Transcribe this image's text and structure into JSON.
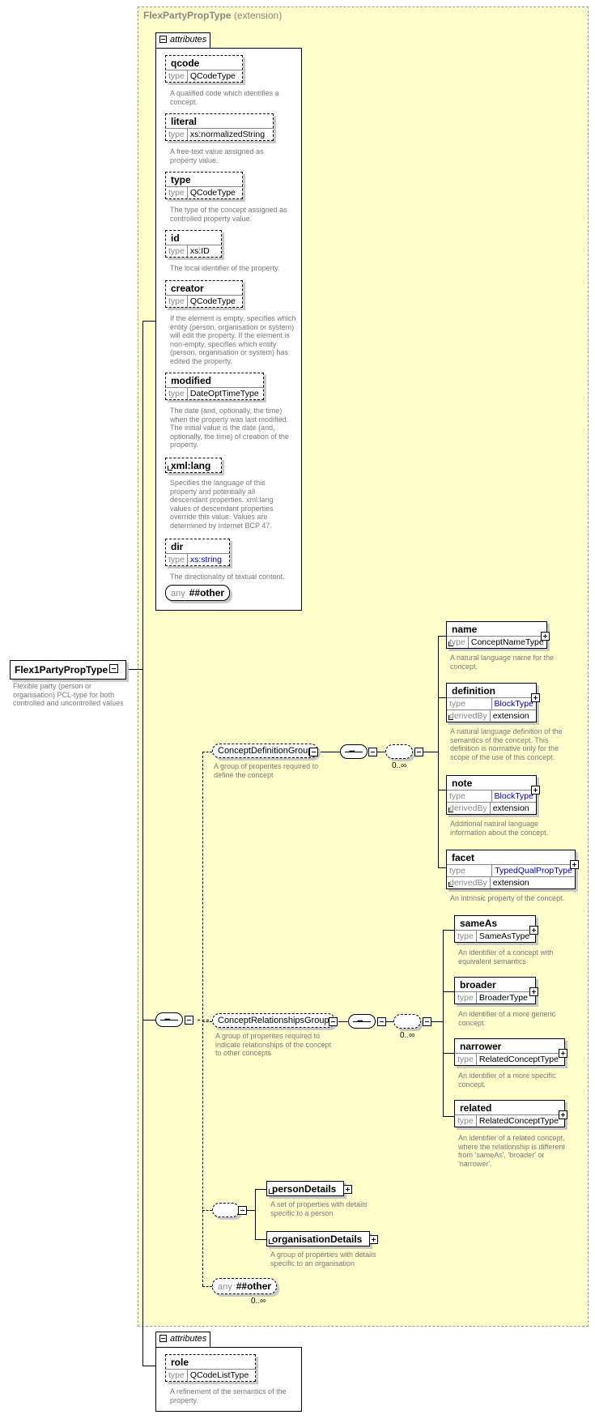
{
  "extension": {
    "name": "FlexPartyPropType",
    "kind": "(extension)"
  },
  "attributes_tab": "attributes",
  "attributes": [
    {
      "name": "qcode",
      "type_label": "type",
      "type": "QCodeType",
      "desc": "A qualified code which identifies a concept."
    },
    {
      "name": "literal",
      "type_label": "type",
      "type": "xs:normalizedString",
      "desc": "A free-text value assigned as property value."
    },
    {
      "name": "type",
      "type_label": "type",
      "type": "QCodeType",
      "desc": "The type of the concept assigned as controlled property value."
    },
    {
      "name": "id",
      "type_label": "type",
      "type": "xs:ID",
      "desc": "The local identifier of the property."
    },
    {
      "name": "creator",
      "type_label": "type",
      "type": "QCodeType",
      "desc": "If the element is empty, specifies which entity (person, organisation or system) will edit the property. If the element is non-empty, specifies which entity (person, organisation or system) has edited the property."
    },
    {
      "name": "modified",
      "type_label": "type",
      "type": "DateOptTimeType",
      "desc": "The date (and, optionally, the time) when the property was last modified. The initial value is the date (and, optionally, the time) of creation of the property."
    },
    {
      "name": "xml:lang",
      "desc": "Specifies the language of this property and potentially all descendant properties. xml:lang values of descendant properties override this value. Values are determined by Internet BCP 47."
    },
    {
      "name": "dir",
      "type_label": "type",
      "type": "xs:string",
      "desc": "The directionality of textual content."
    }
  ],
  "attr_any": {
    "label": "any",
    "value": "##other"
  },
  "root": {
    "name": "Flex1PartyPropType",
    "desc": "Flexible party (person or organisation) PCL-type for both controlled and uncontrolled values"
  },
  "concept_def_group": {
    "name": "ConceptDefinitionGroup",
    "desc": "A group of properites required to define the concept",
    "card": "0..∞"
  },
  "def_elements": [
    {
      "name": "name",
      "type_label": "type",
      "type": "ConceptNameType",
      "desc": "A natural language name for the concept."
    },
    {
      "name": "definition",
      "type_label": "type",
      "type": "BlockType",
      "derived_label": "derivedBy",
      "derived": "extension",
      "desc": "A natural language definition of the semantics of the concept. This definition is normative only for the scope of the use of this concept."
    },
    {
      "name": "note",
      "type_label": "type",
      "type": "BlockType",
      "derived_label": "derivedBy",
      "derived": "extension",
      "desc": "Additional natural language information about the concept."
    },
    {
      "name": "facet",
      "type_label": "type",
      "type": "TypedQualPropType",
      "derived_label": "derivedBy",
      "derived": "extension",
      "desc": "An intrinsic property of the concept."
    }
  ],
  "concept_rel_group": {
    "name": "ConceptRelationshipsGroup",
    "desc": "A group of properites required to indicate relationships of the concept to other concepts",
    "card": "0..∞"
  },
  "rel_elements": [
    {
      "name": "sameAs",
      "type_label": "type",
      "type": "SameAsType",
      "desc": "An identifier of a concept with equivalent semantics"
    },
    {
      "name": "broader",
      "type_label": "type",
      "type": "BroaderType",
      "desc": "An identifier of a more generic concept."
    },
    {
      "name": "narrower",
      "type_label": "type",
      "type": "RelatedConceptType",
      "desc": "An identifier of a more specific concept."
    },
    {
      "name": "related",
      "type_label": "type",
      "type": "RelatedConceptType",
      "desc": "An identifier of a related concept, where the relationship is different from 'sameAs', 'broader' or 'narrower'."
    }
  ],
  "choice_elements": [
    {
      "name": "personDetails",
      "desc": "A set of properties with details specific to a person"
    },
    {
      "name": "organisationDetails",
      "desc": "A group of properties with details specific to an organisation"
    }
  ],
  "any_other": {
    "label": "any",
    "value": "##other",
    "card": "0..∞"
  },
  "bottom_attributes": [
    {
      "name": "role",
      "type_label": "type",
      "type": "QCodeListType",
      "desc": "A refinement of the semantics of the property."
    }
  ]
}
